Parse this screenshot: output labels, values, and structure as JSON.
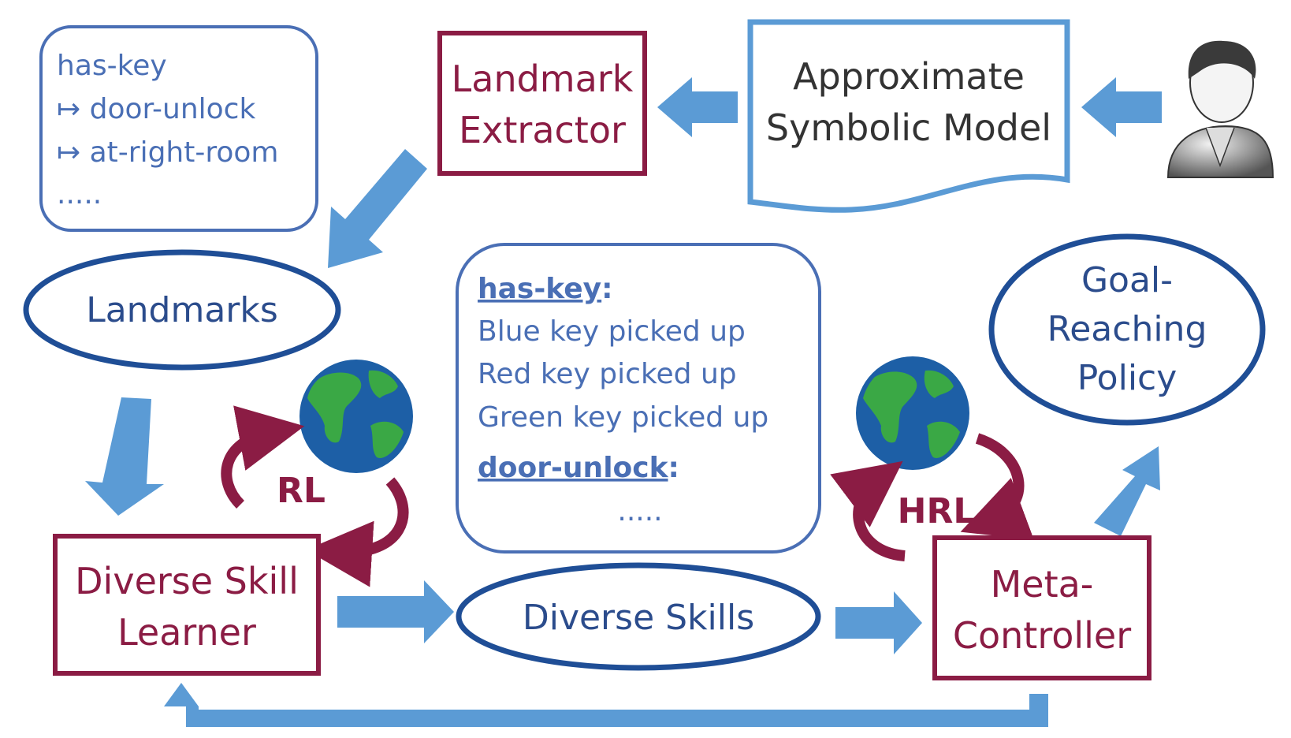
{
  "landmarks_box": {
    "lines": [
      "has-key",
      "↦ door-unlock",
      "↦ at-right-room",
      "....."
    ]
  },
  "landmark_extractor": {
    "line1": "Landmark",
    "line2": "Extractor"
  },
  "symbolic_model": {
    "line1": "Approximate",
    "line2": "Symbolic Model"
  },
  "landmarks": {
    "label": "Landmarks"
  },
  "skills_box": {
    "heading1": "has-key",
    "heading1_suffix": ":",
    "items": [
      "Blue key picked up",
      "Red key picked up",
      "Green key picked up"
    ],
    "heading2": "door-unlock",
    "heading2_suffix": ":",
    "ellipsis": "....."
  },
  "goal_policy": {
    "line1": "Goal-",
    "line2": "Reaching",
    "line3": "Policy"
  },
  "rl_label": "RL",
  "hrl_label": "HRL",
  "skill_learner": {
    "line1": "Diverse Skill",
    "line2": "Learner"
  },
  "diverse_skills": {
    "label": "Diverse Skills"
  },
  "meta_controller": {
    "line1": "Meta-",
    "line2": "Controller"
  },
  "colors": {
    "maroon": "#8b1c44",
    "navy": "#1f4e96",
    "light_blue": "#5b9bd5",
    "text_blue": "#4a6fb5",
    "text_navy": "#2b4c8c",
    "ocean": "#1d5fa6",
    "land": "#3aa845"
  },
  "icons": [
    "user-avatar-icon",
    "globe-icon-rl",
    "globe-icon-hrl"
  ]
}
